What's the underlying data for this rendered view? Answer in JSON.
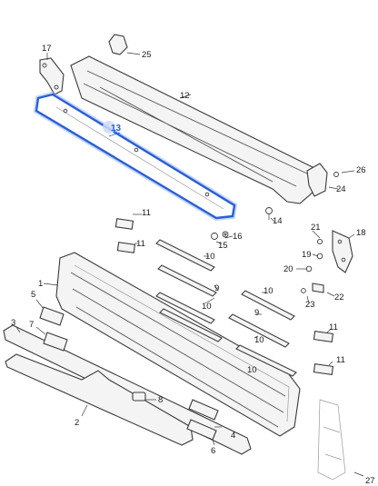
{
  "callouts": {
    "c1": "1",
    "c2": "2",
    "c3": "3",
    "c4": "4",
    "c5": "5",
    "c6": "6",
    "c7": "7",
    "c8": "8",
    "c9a": "9",
    "c9b": "9",
    "c10a": "10",
    "c10b": "10",
    "c10c": "10",
    "c10d": "10",
    "c10e": "10",
    "c11a": "11",
    "c11b": "11",
    "c11c": "11",
    "c11d": "11",
    "c12": "12",
    "c13": "13",
    "c14": "14",
    "c15": "15",
    "c16": "16",
    "c17": "17",
    "c18": "18",
    "c19": "19",
    "c20": "20",
    "c21": "21",
    "c22": "22",
    "c23": "23",
    "c24": "24",
    "c25": "25",
    "c26": "26",
    "c27": "27"
  },
  "highlight": {
    "part": "13",
    "color": "#2a5fd8"
  }
}
